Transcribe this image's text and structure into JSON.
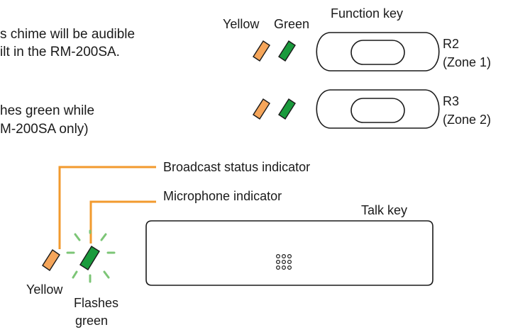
{
  "intro_text": {
    "line1": "s chime will be audible",
    "line2": "ilt in the RM-200SA.",
    "line3": "hes green while",
    "line4": "M-200SA only)"
  },
  "function_keys": {
    "title": "Function key",
    "col_yellow": "Yellow",
    "col_green": "Green",
    "rows": [
      {
        "name": "R2",
        "zone": "(Zone 1)"
      },
      {
        "name": "R3",
        "zone": "(Zone 2)"
      }
    ]
  },
  "lower": {
    "broadcast_label": "Broadcast status indicator",
    "mic_label": "Microphone indicator",
    "talk_key_label": "Talk key",
    "yellow_label": "Yellow",
    "flash_line1": "Flashes",
    "flash_line2": "green"
  },
  "colors": {
    "yellow_led": "#f5a55a",
    "green_led": "#1a9a3c",
    "leader_line": "#f29a2e",
    "flash_rays": "#7cc576",
    "outline": "#1a1a1a"
  }
}
